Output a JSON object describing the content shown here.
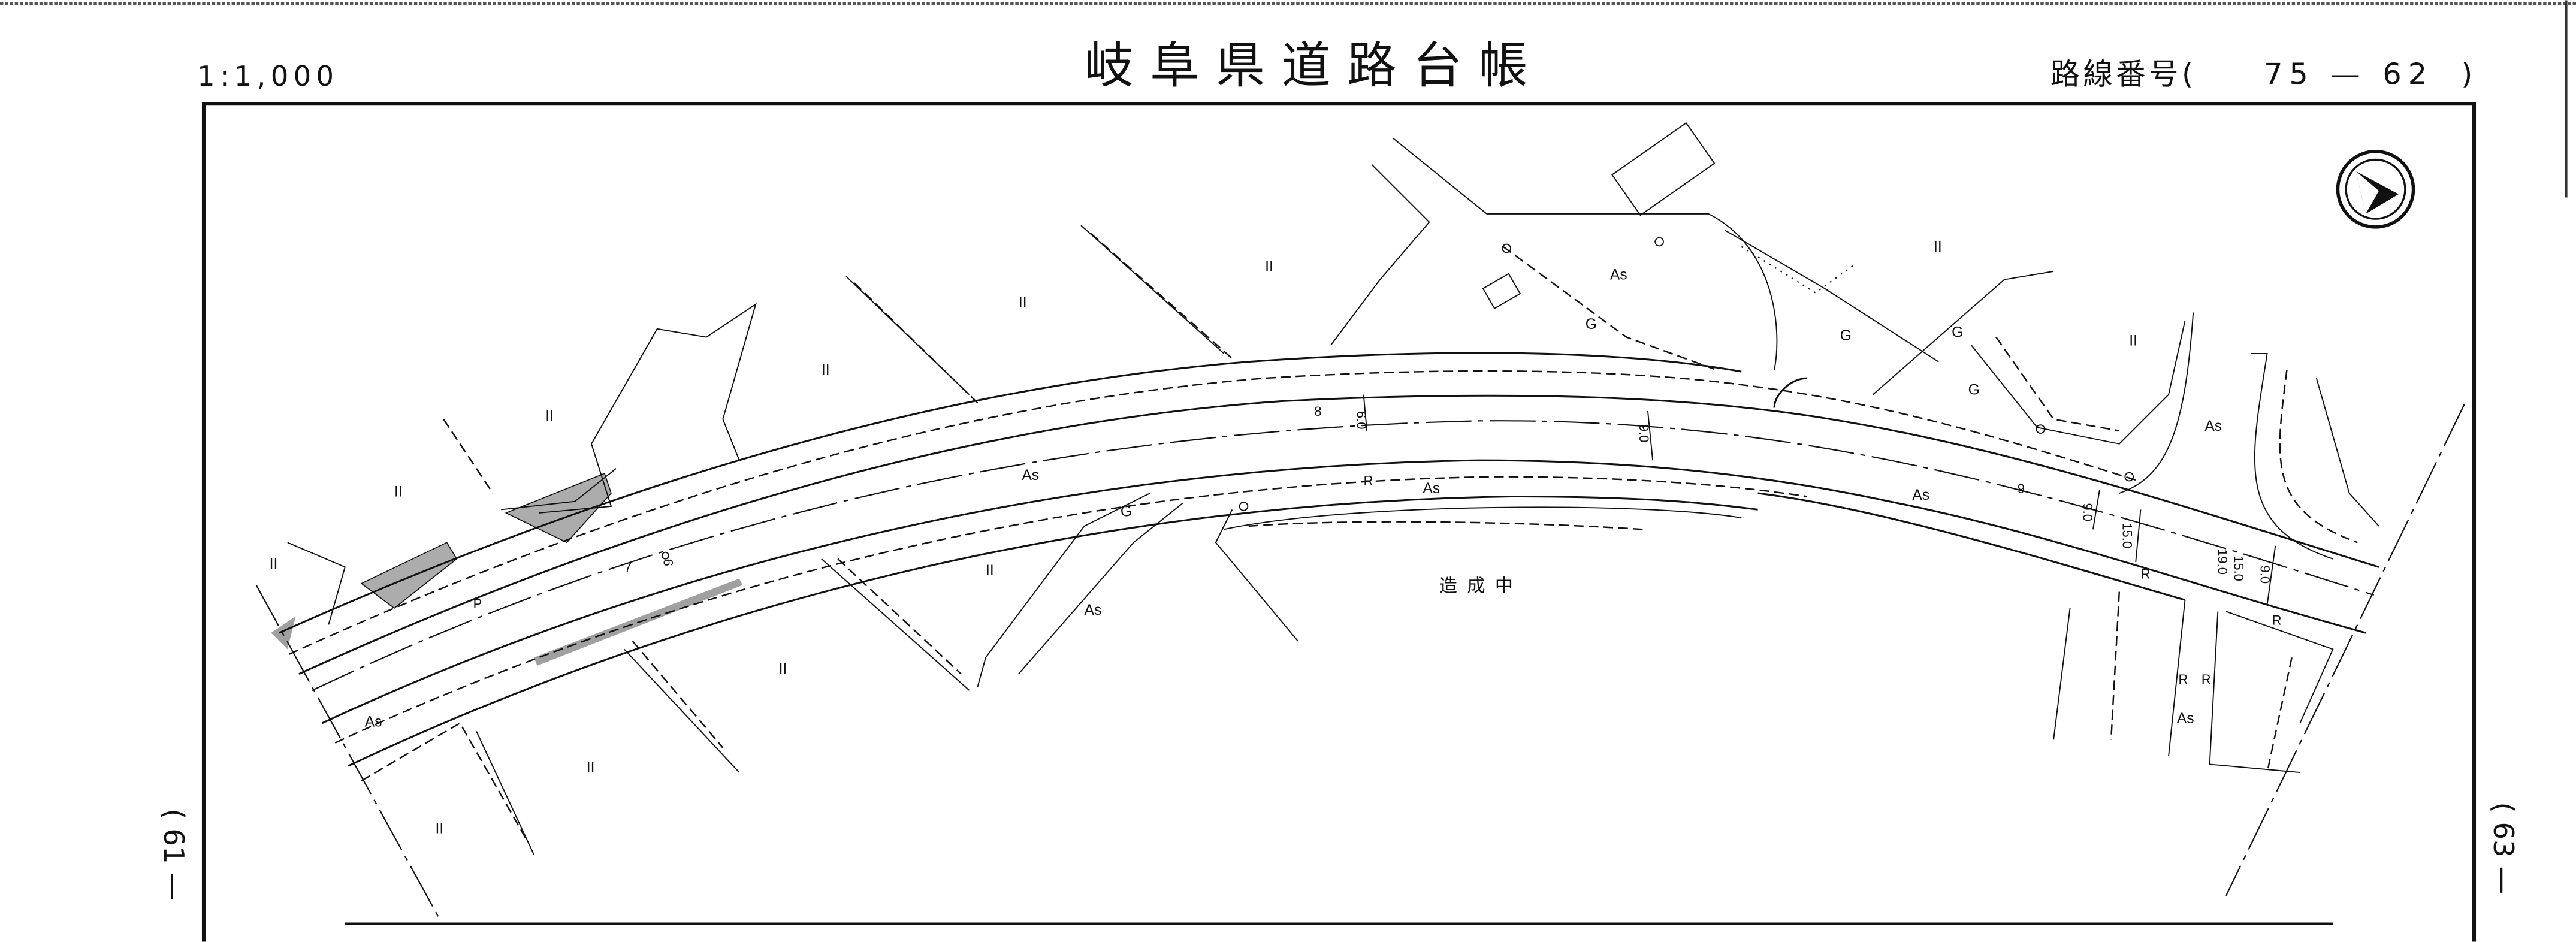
{
  "header": {
    "scale": "1:1,000",
    "title": "岐阜県道路台帳",
    "route_label": "路線番号(",
    "route_number": "75 — 62",
    "route_close": ")"
  },
  "sheet_refs": {
    "previous": "( 61 —",
    "next": "( 63 —"
  },
  "map": {
    "construction_label": "造成中",
    "labels": [
      "As",
      "As",
      "As",
      "As",
      "As",
      "As",
      "As",
      "G",
      "G",
      "G",
      "G",
      "G",
      "II",
      "II",
      "II",
      "II",
      "II",
      "II",
      "II",
      "II",
      "II",
      "II",
      "II",
      "R",
      "R",
      "R",
      "R",
      "R",
      "P"
    ],
    "widths": [
      "8",
      "6.0",
      "9.0",
      "9",
      "9.0",
      "15.0",
      "19.0",
      "15.0",
      "9.0",
      "7",
      "6"
    ],
    "north_arrow": "north-arrow"
  },
  "colors": {
    "ink": "#111111",
    "paper": "#ffffff"
  }
}
